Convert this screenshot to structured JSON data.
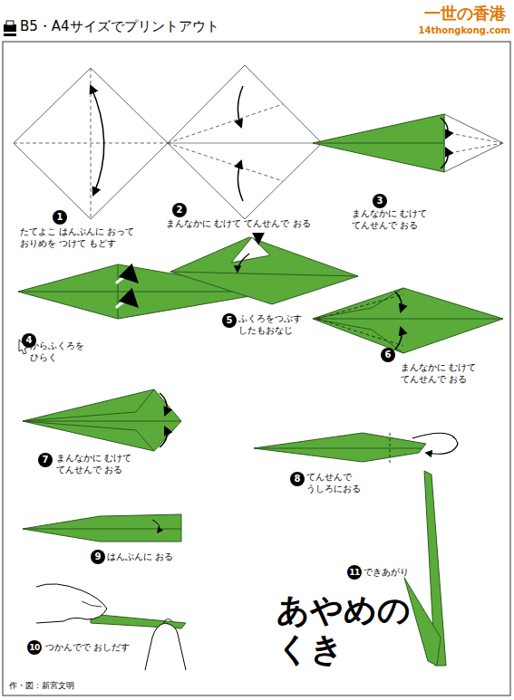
{
  "diagram": {
    "title": "B5・A4サイズでプリントアウト",
    "labels": [
      "1",
      "たてよこ はんぶんに おって おりめを つけて もどす",
      "2",
      "まんなかに むけて てんせんで おる",
      "3",
      "まんなかに むけて てんせんで おる",
      "4",
      "からふくろを ひらく",
      "5",
      "ふくろをつぶす したもおなじ",
      "6",
      "まんなかに むけて てんせんで おる",
      "7",
      "まんなかに むけて てんせんで おる",
      "8",
      "てんせんで うしろにおる",
      "9",
      "はんぶんに おる",
      "10",
      "つかんでで おしだす",
      "11",
      "できあがり",
      "あやめの くき",
      "作・図：新宮文明",
      "一世の香港",
      "14thongkong.com"
    ]
  }
}
